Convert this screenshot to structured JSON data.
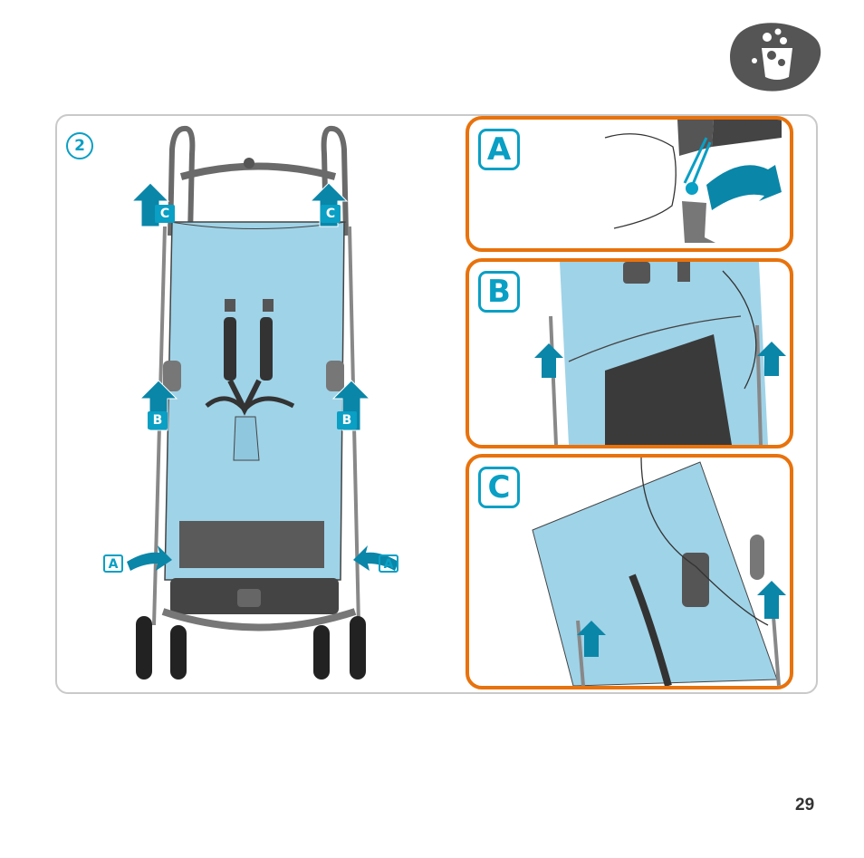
{
  "step": {
    "number": "2"
  },
  "stroller_labels": {
    "top_left": "C",
    "top_right": "C",
    "mid_left": "B",
    "mid_right": "B",
    "bottom_left": "A",
    "bottom_right": "A"
  },
  "panels": [
    {
      "letter": "A"
    },
    {
      "letter": "B"
    },
    {
      "letter": "C"
    }
  ],
  "page": {
    "number": "29"
  },
  "colors": {
    "accent_blue": "#0a9fc4",
    "fabric_blue": "#9fd3e8",
    "frame_orange": "#e8720c",
    "icon_gray": "#555555"
  },
  "icons": {
    "wash": "hand-wash-icon"
  }
}
